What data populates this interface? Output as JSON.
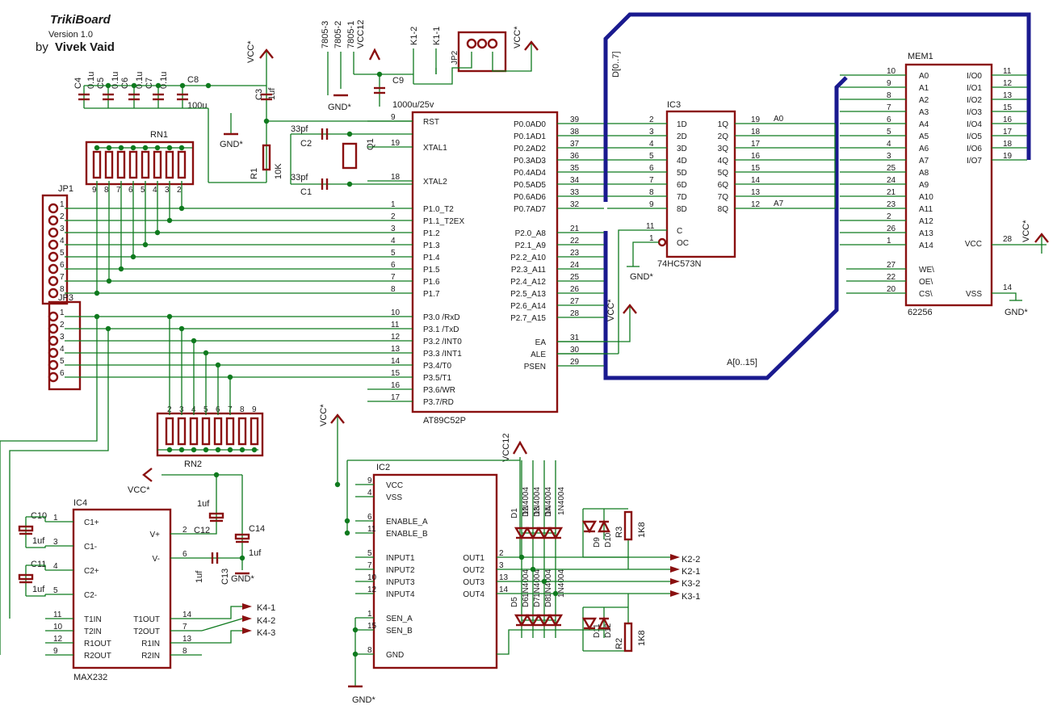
{
  "header": {
    "title": "TrikiBoard",
    "version": "Version 1.0",
    "author_prefix": "by",
    "author_name": "Vivek Vaid"
  },
  "components": {
    "mcu": {
      "ref": "AT89C52P",
      "left_pins": [
        [
          "RST",
          "9"
        ],
        [
          "XTAL1",
          "19"
        ],
        [
          "XTAL2",
          "18"
        ],
        [
          "P1.0_T2",
          "1"
        ],
        [
          "P1.1_T2EX",
          "2"
        ],
        [
          "P1.2",
          "3"
        ],
        [
          "P1.3",
          "4"
        ],
        [
          "P1.4",
          "5"
        ],
        [
          "P1.5",
          "6"
        ],
        [
          "P1.6",
          "7"
        ],
        [
          "P1.7",
          "8"
        ],
        [
          "P3.0 /RxD",
          "10"
        ],
        [
          "P3.1 /TxD",
          "11"
        ],
        [
          "P3.2 /INT0",
          "12"
        ],
        [
          "P3.3 /INT1",
          "13"
        ],
        [
          "P3.4/T0",
          "14"
        ],
        [
          "P3.5/T1",
          "15"
        ],
        [
          "P3.6/WR",
          "16"
        ],
        [
          "P3.7/RD",
          "17"
        ]
      ],
      "right_pins": [
        [
          "P0.0AD0",
          "39"
        ],
        [
          "P0.1AD1",
          "38"
        ],
        [
          "P0.2AD2",
          "37"
        ],
        [
          "P0.3AD3",
          "36"
        ],
        [
          "P0.4AD4",
          "35"
        ],
        [
          "P0.5AD5",
          "34"
        ],
        [
          "P0.6AD6",
          "33"
        ],
        [
          "P0.7AD7",
          "32"
        ],
        [
          "P2.0_A8",
          "21"
        ],
        [
          "P2.1_A9",
          "22"
        ],
        [
          "P2.2_A10",
          "23"
        ],
        [
          "P2.3_A11",
          "24"
        ],
        [
          "P2.4_A12",
          "25"
        ],
        [
          "P2.5_A13",
          "26"
        ],
        [
          "P2.6_A14",
          "27"
        ],
        [
          "P2.7_A15",
          "28"
        ],
        [
          "EA",
          "31"
        ],
        [
          "ALE",
          "30"
        ],
        [
          "PSEN",
          "29"
        ]
      ]
    },
    "latch": {
      "ref": "IC3",
      "part": "74HC573N",
      "in_pins": [
        [
          "1D",
          "2"
        ],
        [
          "2D",
          "3"
        ],
        [
          "3D",
          "4"
        ],
        [
          "4D",
          "5"
        ],
        [
          "5D",
          "6"
        ],
        [
          "6D",
          "7"
        ],
        [
          "7D",
          "8"
        ],
        [
          "8D",
          "9"
        ]
      ],
      "out_pins": [
        [
          "1Q",
          "19"
        ],
        [
          "2Q",
          "18"
        ],
        [
          "3Q",
          "17"
        ],
        [
          "4Q",
          "16"
        ],
        [
          "5Q",
          "15"
        ],
        [
          "6Q",
          "14"
        ],
        [
          "7Q",
          "13"
        ],
        [
          "8Q",
          "12"
        ]
      ],
      "ctl_pins": [
        [
          "C",
          "11"
        ],
        [
          "OC",
          "1"
        ]
      ],
      "a0": "A0",
      "a7": "A7"
    },
    "ram": {
      "ref": "MEM1",
      "part": "62256",
      "addr_pins": [
        [
          "A0",
          "10"
        ],
        [
          "A1",
          "9"
        ],
        [
          "A2",
          "8"
        ],
        [
          "A3",
          "7"
        ],
        [
          "A4",
          "6"
        ],
        [
          "A5",
          "5"
        ],
        [
          "A6",
          "4"
        ],
        [
          "A7",
          "3"
        ],
        [
          "A8",
          "25"
        ],
        [
          "A9",
          "24"
        ],
        [
          "A10",
          "21"
        ],
        [
          "A11",
          "23"
        ],
        [
          "A12",
          "2"
        ],
        [
          "A13",
          "26"
        ],
        [
          "A14",
          "1"
        ]
      ],
      "io_pins": [
        [
          "I/O0",
          "11"
        ],
        [
          "I/O1",
          "12"
        ],
        [
          "I/O2",
          "13"
        ],
        [
          "I/O3",
          "15"
        ],
        [
          "I/O4",
          "16"
        ],
        [
          "I/O5",
          "17"
        ],
        [
          "I/O6",
          "18"
        ],
        [
          "I/O7",
          "19"
        ]
      ],
      "ctl_pins": [
        [
          "WE\\",
          "27"
        ],
        [
          "OE\\",
          "22"
        ],
        [
          "CS\\",
          "20"
        ]
      ],
      "vcc": [
        "VCC",
        "28"
      ],
      "vss": [
        "VSS",
        "14"
      ]
    },
    "driver": {
      "ref": "IC2",
      "left_pins": [
        [
          "VCC",
          "9"
        ],
        [
          "VSS",
          "4"
        ],
        [
          "ENABLE_A",
          "6"
        ],
        [
          "ENABLE_B",
          "11"
        ],
        [
          "INPUT1",
          "5"
        ],
        [
          "INPUT2",
          "7"
        ],
        [
          "INPUT3",
          "10"
        ],
        [
          "INPUT4",
          "12"
        ],
        [
          "SEN_A",
          "1"
        ],
        [
          "SEN_B",
          "15"
        ],
        [
          "GND",
          "8"
        ]
      ],
      "right_pins": [
        [
          "OUT1",
          "2"
        ],
        [
          "OUT2",
          "3"
        ],
        [
          "OUT3",
          "13"
        ],
        [
          "OUT4",
          "14"
        ]
      ]
    },
    "rs232": {
      "ref": "IC4",
      "part": "MAX232",
      "left_pins": [
        [
          "C1+",
          "1"
        ],
        [
          "C1-",
          "3"
        ],
        [
          "C2+",
          "4"
        ],
        [
          "C2-",
          "5"
        ],
        [
          "T1IN",
          "11"
        ],
        [
          "T2IN",
          "10"
        ],
        [
          "R1OUT",
          "12"
        ],
        [
          "R2OUT",
          "9"
        ]
      ],
      "right_pins": [
        [
          "V+",
          "2"
        ],
        [
          "V-",
          "6"
        ],
        [
          "T1OUT",
          "14"
        ],
        [
          "T2OUT",
          "7"
        ],
        [
          "R1IN",
          "13"
        ],
        [
          "R2IN",
          "8"
        ]
      ]
    }
  },
  "labels": {
    "c4": "C4",
    "c5": "C5",
    "c6": "C6",
    "c7": "C7",
    "c8": "C8",
    "c4v": "0.1u",
    "c5v": "0.1u",
    "c6v": "0.1u",
    "c7v": "0.1u",
    "c8v": "100u",
    "c3": "C3",
    "c3v": "1uf",
    "r1": "R1",
    "r1v": "10K",
    "c2": "C2",
    "c1": "C1",
    "c12pf": "33pf",
    "q1": "Q1",
    "c9": "C9",
    "c9v": "1000u/25v",
    "jp2": "JP2",
    "jp1": "JP1",
    "jp3": "JP3",
    "rn1": "RN1",
    "rn2": "RN2",
    "n7805_3": "7805-3",
    "n7805_2": "7805-2",
    "n7805_1": "7805-1",
    "nvcc12a": "VCC12",
    "nk1_2": "K1-2",
    "nk1_1": "K1-1",
    "vcc": "VCC*",
    "gnd": "GND*",
    "vcc12": "VCC12",
    "bus_d": "D[0..7]",
    "bus_a": "A[0..15]",
    "c10": "C10",
    "c11": "C11",
    "c12": "C12",
    "c13": "C13",
    "c14": "C14",
    "u1": "1uf",
    "d1": "D1",
    "d2": "D2",
    "d3": "D3",
    "d4": "D4",
    "d5": "D5",
    "d6": "D6",
    "d7": "D7",
    "d8": "D8",
    "d9": "D9",
    "d10": "D10",
    "d11": "D11",
    "d12": "D12",
    "diode_part": "1N4004",
    "r3": "R3",
    "r2": "R2",
    "r_val": "1K8",
    "k2_2": "K2-2",
    "k2_1": "K2-1",
    "k3_2": "K3-2",
    "k3_1": "K3-1",
    "k4_1": "K4-1",
    "k4_2": "K4-2",
    "k4_3": "K4-3"
  },
  "colors": {
    "wire": "#0f7a1e",
    "component": "#8a1010",
    "bus": "#1a1a8f"
  },
  "icons": [
    "vcc-arrow-icon",
    "ground-icon",
    "capacitor-icon",
    "resistor-icon",
    "diode-icon",
    "led-icon",
    "crystal-icon",
    "net-flag-icon"
  ]
}
